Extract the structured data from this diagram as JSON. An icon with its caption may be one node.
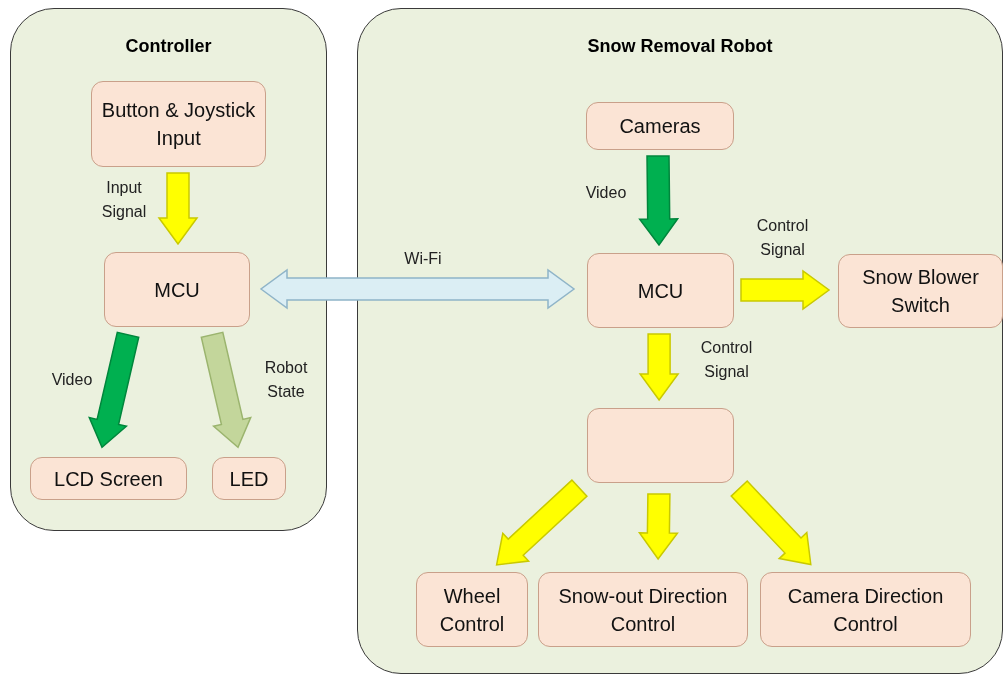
{
  "diagram": {
    "nodes": [
      {
        "text": [
          "Controller"
        ]
      },
      {
        "text": [
          "Button & Joystick Input"
        ],
        "in": 0
      },
      {
        "text": [
          "MCU"
        ],
        "in": 0
      },
      {
        "text": [
          "LCD Screen"
        ],
        "in": 0
      },
      {
        "text": [
          "LED"
        ],
        "in": 0
      },
      {
        "text": [
          "Snow Removal Robot"
        ]
      },
      {
        "text": [
          "Cameras"
        ],
        "in": 5
      },
      {
        "text": [
          "MCU"
        ],
        "in": 5
      },
      {
        "text": [
          "Snow Blower Switch"
        ],
        "in": 5
      },
      {
        "text": [],
        "shape": "box",
        "in": 5
      },
      {
        "text": [
          "Wheel Control"
        ],
        "in": 5
      },
      {
        "text": [
          "Snow-out Direction Control"
        ],
        "in": 5
      },
      {
        "text": [
          "Camera Direction Control"
        ],
        "in": 5
      }
    ],
    "edges": [
      {
        "from": 1,
        "to": 2,
        "arrow": "to",
        "label": "Input Signal"
      },
      {
        "from": 2,
        "to": 3,
        "arrow": "to",
        "label": "Video",
        "color": "#00b050"
      },
      {
        "from": 2,
        "to": 4,
        "arrow": "to",
        "label": "Robot State",
        "color": "#c3d69b"
      },
      {
        "from": 2,
        "to": 7,
        "arrow": "both",
        "label": "Wi-Fi",
        "color": "#dbeef4"
      },
      {
        "from": 6,
        "to": 7,
        "arrow": "to",
        "label": "Video",
        "color": "#00b050"
      },
      {
        "from": 7,
        "to": 8,
        "arrow": "to",
        "label": "Control Signal"
      },
      {
        "from": 7,
        "to": 9,
        "arrow": "to",
        "label": "Control Signal"
      },
      {
        "from": 9,
        "to": 10,
        "arrow": "to"
      },
      {
        "from": 9,
        "to": 11,
        "arrow": "to"
      },
      {
        "from": 9,
        "to": 12,
        "arrow": "to"
      }
    ]
  }
}
